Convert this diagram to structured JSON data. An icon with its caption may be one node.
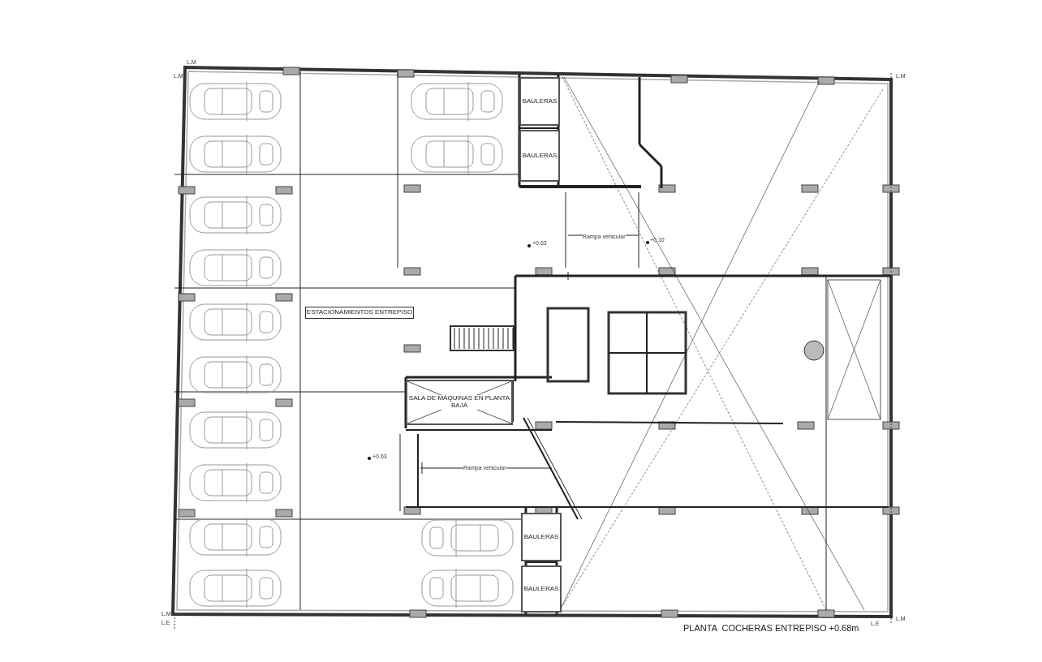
{
  "diagram": {
    "title": "PLANTA  COCHERAS ENTREPISO +0.68m",
    "nodes": [
      {
        "text": [
          "BAULERAS"
        ]
      },
      {
        "text": [
          "BAULERAS"
        ]
      },
      {
        "text": [
          "ESTACIONAMIENTOS ENTREPISO"
        ]
      },
      {
        "text": [
          "SALA DE MÁQUINAS EN PLANTA BAJA"
        ]
      },
      {
        "text": [
          "BAULERAS"
        ]
      },
      {
        "text": [
          "BAULERAS"
        ]
      }
    ],
    "labels": [
      "L.M",
      "L.M",
      "L.M",
      "+0.63",
      "Rampa vehicular",
      "+0.10",
      "+0.63",
      "Rampa vehicular",
      "L.M",
      "L.E",
      "L.E",
      "L.M"
    ]
  }
}
